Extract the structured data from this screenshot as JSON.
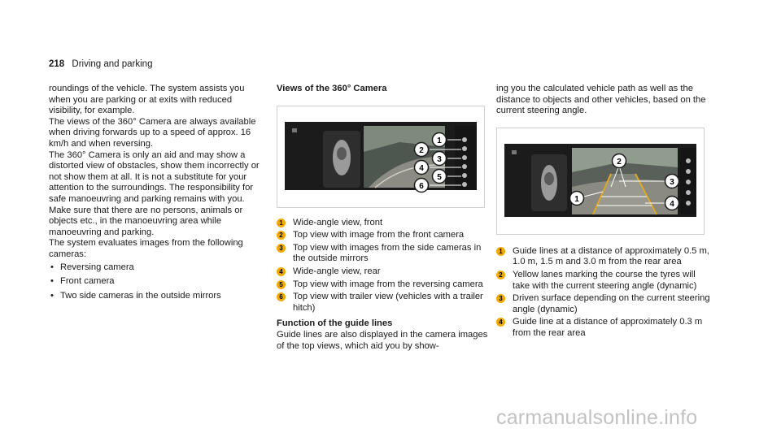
{
  "header": {
    "page_number": "218",
    "section": "Driving and parking"
  },
  "col1": {
    "paragraphs": [
      "roundings of the vehicle. The system assists you when you are parking or at exits with reduced visibility, for example.",
      "The views of the 360° Camera are always available when driving forwards up to a speed of approx. 16 km/h and when reversing.",
      "The 360° Camera is only an aid and may show a distorted view of obstacles, show them incorrectly or not show them at all. It is not a substitute for your attention to the surroundings. The responsibility for safe manoeuvring and parking remains with you. Make sure that there are no persons, animals or objects etc., in the manoeuvring area while manoeuvring and parking.",
      "The system evaluates images from the following cameras:"
    ],
    "bullets": [
      "Reversing camera",
      "Front camera",
      "Two side cameras in the outside mirrors"
    ]
  },
  "col2": {
    "title": "Views of the 360° Camera",
    "figure_callouts": [
      "1",
      "2",
      "3",
      "4",
      "5",
      "6"
    ],
    "legend": [
      {
        "num": "1",
        "text": "Wide-angle view, front"
      },
      {
        "num": "2",
        "text": "Top view with image from the front camera"
      },
      {
        "num": "3",
        "text": "Top view with images from the side cameras in the outside mirrors"
      },
      {
        "num": "4",
        "text": "Wide-angle view, rear"
      },
      {
        "num": "5",
        "text": "Top view with image from the reversing camera"
      },
      {
        "num": "6",
        "text": "Top view with trailer view (vehicles with a trailer hitch)"
      }
    ],
    "subheading": "Function of the guide lines",
    "paragraph": "Guide lines are also displayed in the camera images of the top views, which aid you by show-"
  },
  "col3": {
    "paragraph": "ing you the calculated vehicle path as well as the distance to objects and other vehicles, based on the current steering angle.",
    "figure_callouts": [
      "1",
      "2",
      "3",
      "4"
    ],
    "legend": [
      {
        "num": "1",
        "text": "Guide lines at a distance of approximately 0.5 m, 1.0 m, 1.5 m and 3.0 m from the rear area"
      },
      {
        "num": "2",
        "text": "Yellow lanes marking the course the tyres will take with the current steering angle (dynamic)"
      },
      {
        "num": "3",
        "text": "Driven surface depending on the current steering angle (dynamic)"
      },
      {
        "num": "4",
        "text": "Guide line at a distance of approximately 0.3 m from the rear area"
      }
    ]
  },
  "watermark": "carmanualsonline.info",
  "colors": {
    "callout": "#f2a900",
    "screen": "#1b1b1b"
  }
}
